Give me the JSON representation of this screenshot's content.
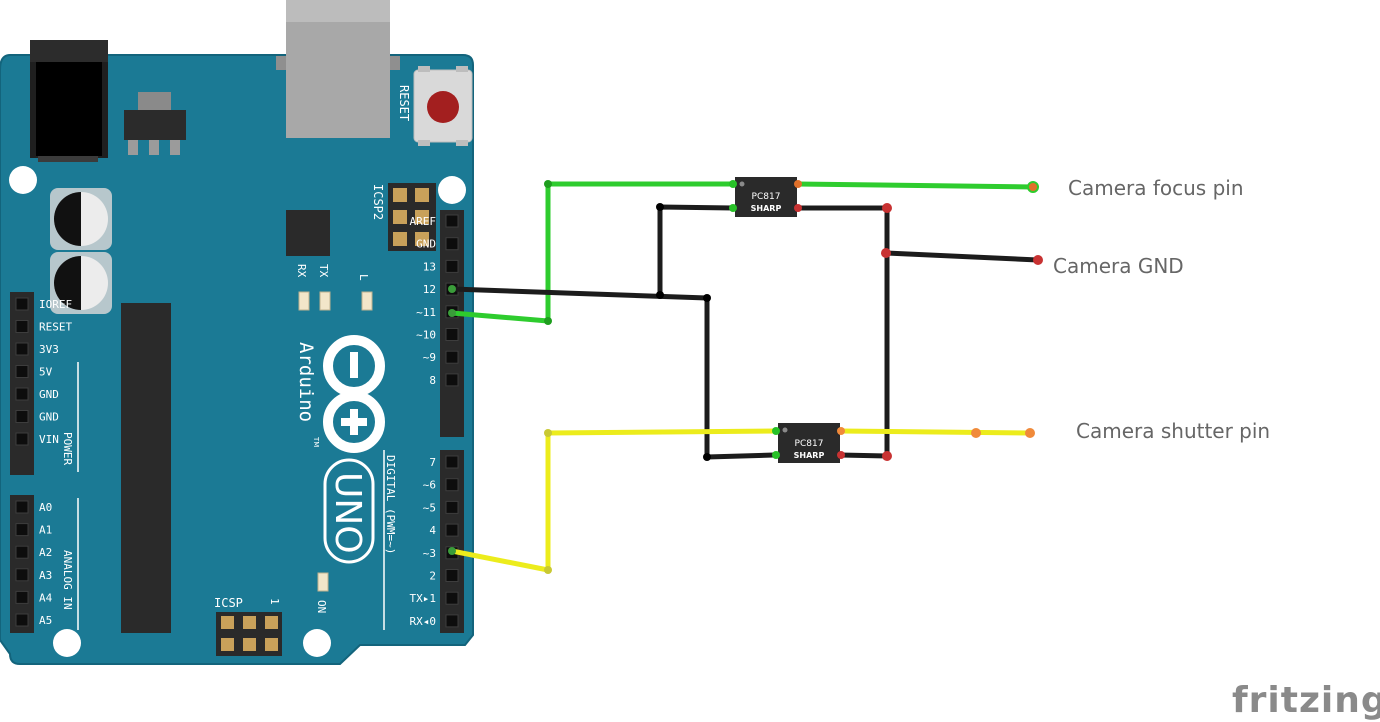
{
  "board": {
    "reset_label": "RESET",
    "icsp2_label": "ICSP2",
    "icsp_label": "ICSP",
    "icsp_pin1_label": "1",
    "rx_label": "RX",
    "tx_label": "TX",
    "l_label": "L",
    "on_label": "ON",
    "brand": "Arduino",
    "tm": "TM",
    "model": "UNO",
    "digital_caption": "DIGITAL (PWM=~)",
    "power_caption": "POWER",
    "analog_caption": "ANALOG IN",
    "digital_pins_top": [
      "AREF",
      "GND",
      "13",
      "12",
      "~11",
      "~10",
      "~9",
      "8"
    ],
    "digital_pins_bottom": [
      "7",
      "~6",
      "~5",
      "4",
      "~3",
      "2",
      "TX▸1",
      "RX◂0"
    ],
    "power_pins": [
      "IOREF",
      "RESET",
      "3V3",
      "5V",
      "GND",
      "GND",
      "VIN"
    ],
    "analog_pins": [
      "A0",
      "A1",
      "A2",
      "A3",
      "A4",
      "A5"
    ]
  },
  "optocouplers": [
    {
      "model": "PC817",
      "maker": "SHARP"
    },
    {
      "model": "PC817",
      "maker": "SHARP"
    }
  ],
  "labels": {
    "focus": "Camera focus pin",
    "gnd": "Camera GND",
    "shutter": "Camera shutter pin"
  },
  "watermark": "fritzing",
  "colors": {
    "board": "#1b7a95",
    "board_edge": "#13647c",
    "wire_green": "#2ecc2e",
    "wire_black": "#1c1c1c",
    "wire_yellow": "#ecec1c",
    "reset_button": "#a31f1f",
    "label_text": "#666666"
  }
}
